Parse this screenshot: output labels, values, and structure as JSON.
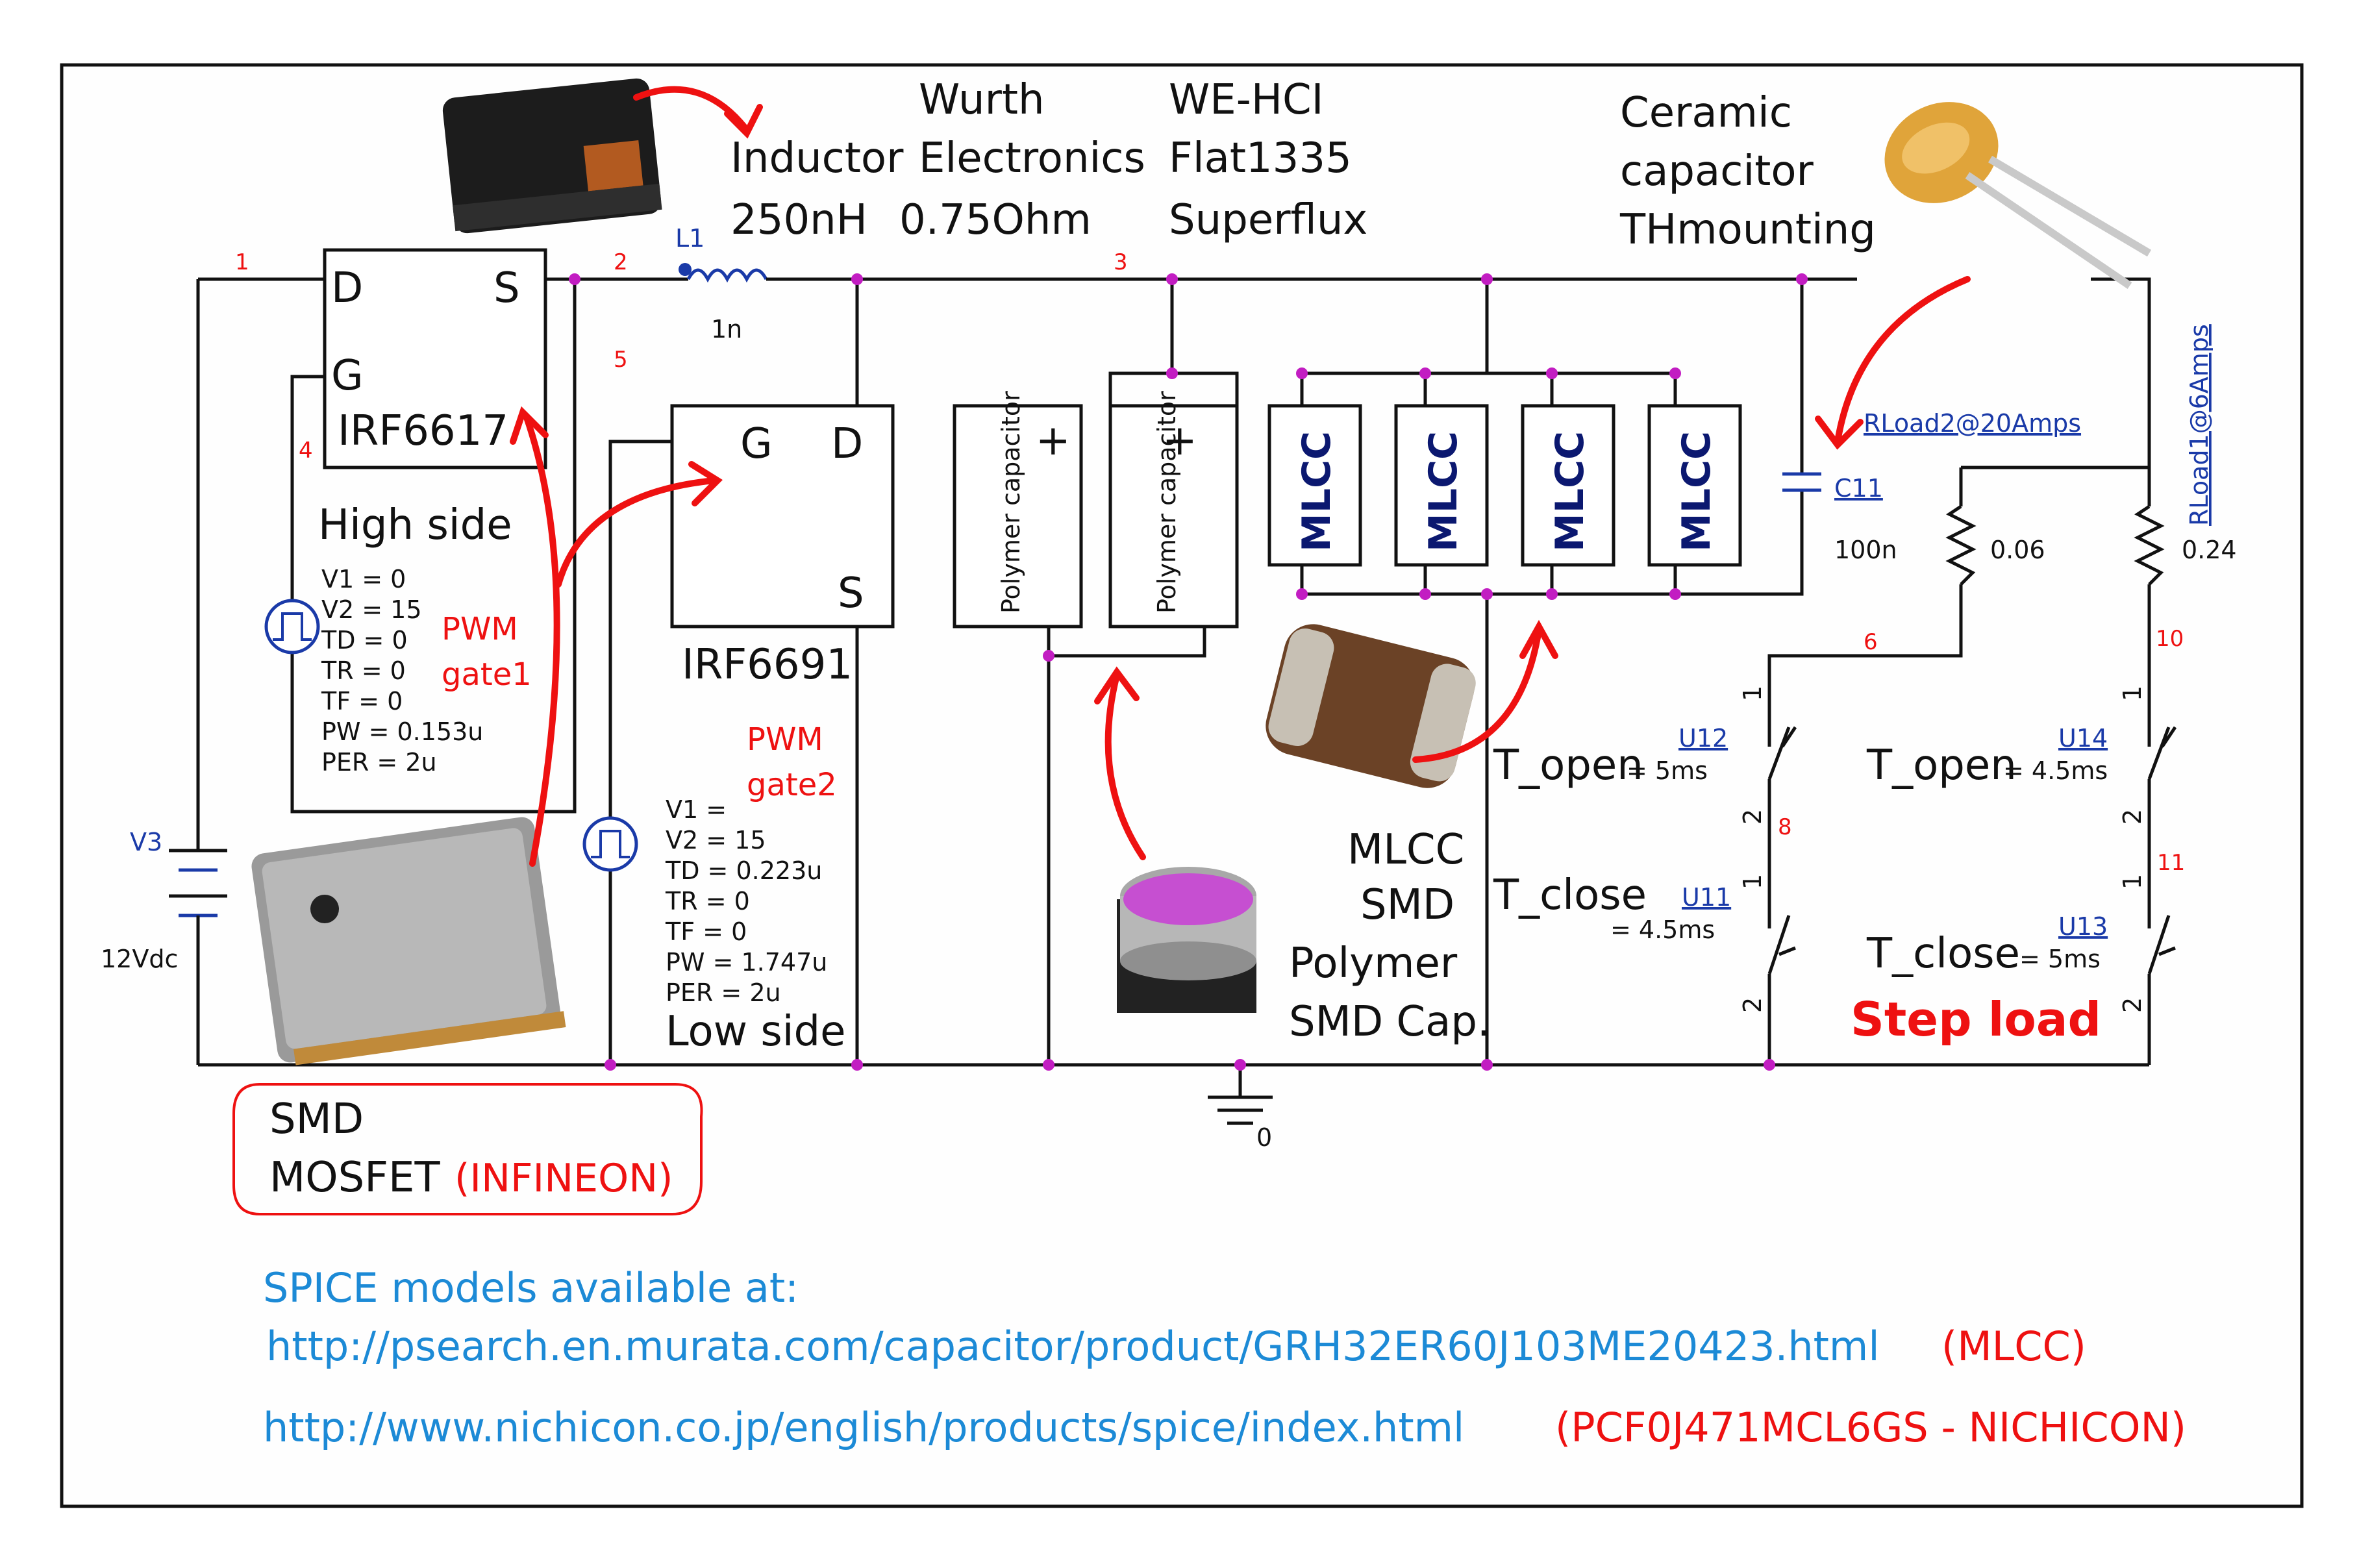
{
  "labels": {
    "wurth": "Wurth",
    "electronics": "Electronics",
    "inductor": "Inductor",
    "inductance": "250nH",
    "dcr": "0.75Ohm",
    "we_hci": "WE-HCI",
    "flat": "Flat1335",
    "superflux": "Superflux",
    "ceramic1": "Ceramic",
    "ceramic2": "capacitor",
    "ceramic3": "THmounting",
    "node1": "1",
    "node2": "2",
    "node3": "3",
    "node4": "4",
    "node5": "5",
    "node6": "6",
    "node8": "8",
    "node10": "10",
    "node11": "11",
    "L1": "L1",
    "L1_val": "1n",
    "D": "D",
    "S": "S",
    "G": "G",
    "irf6617": "IRF6617",
    "irf6691": "IRF6691",
    "high_side": "High side",
    "low_side": "Low side",
    "v1_hi": "V1 = 0",
    "v2_hi": "V2 = 15",
    "td_hi": "TD = 0",
    "tr_hi": "TR = 0",
    "tf_hi": "TF = 0",
    "pw_hi": "PW = 0.153u",
    "per_hi": "PER = 2u",
    "pwm1a": "PWM",
    "pwm1b": "gate1",
    "pwm2a": "PWM",
    "pwm2b": "gate2",
    "v1_lo": "V1 =",
    "v2_lo": "V2 = 15",
    "td_lo": "TD = 0.223u",
    "tr_lo": "TR = 0",
    "tf_lo": "TF = 0",
    "pw_lo": "PW = 1.747u",
    "per_lo": "PER = 2u",
    "v3": "V3",
    "v3_val": "12Vdc",
    "polymer_cap": "Polymer capacitor",
    "plus": "+",
    "mlcc": "MLCC",
    "mlcc_smd1": "MLCC",
    "mlcc_smd2": "SMD",
    "poly_smd1": "Polymer",
    "poly_smd2": "SMD Cap.",
    "c11": "C11",
    "c11_val": "100n",
    "rload2": "RLoad2@20Amps",
    "rload1": "RLoad1@6Amps",
    "r006": "0.06",
    "r024": "0.24",
    "u12": "U12",
    "u11": "U11",
    "u14": "U14",
    "u13": "U13",
    "t_open_a": "T_open",
    "t_open_a_val": "= 5ms",
    "t_close_a": "T_close",
    "t_close_a_val": "= 4.5ms",
    "t_open_b": "T_open",
    "t_open_b_val": "= 4.5ms",
    "t_close_b": "T_close",
    "t_close_b_val": "= 5ms",
    "sw_pin1": "1",
    "sw_pin2": "2",
    "step_load": "Step load",
    "gnd": "0",
    "smd": "SMD",
    "mosfet": "MOSFET",
    "infineon": "(INFINEON)",
    "spice_title": "SPICE models available at:",
    "url1": "http://psearch.en.murata.com/capacitor/product/GRH32ER60J103ME20423.html",
    "url1_note": "(MLCC)",
    "url2": "http://www.nichicon.co.jp/english/products/spice/index.html",
    "url2_note": "(PCF0J471MCL6GS - NICHICON)"
  },
  "colors": {
    "wire": "#111111",
    "node_dot": "#c21dc2",
    "arrow": "#e11111",
    "link": "#1c8ad6",
    "mlcc_text": "#0b1870"
  },
  "icons": [
    "inductor-photo",
    "mosfet-photo",
    "ceramic-capacitor-photo",
    "mlcc-photo",
    "polymer-capacitor-photo"
  ]
}
